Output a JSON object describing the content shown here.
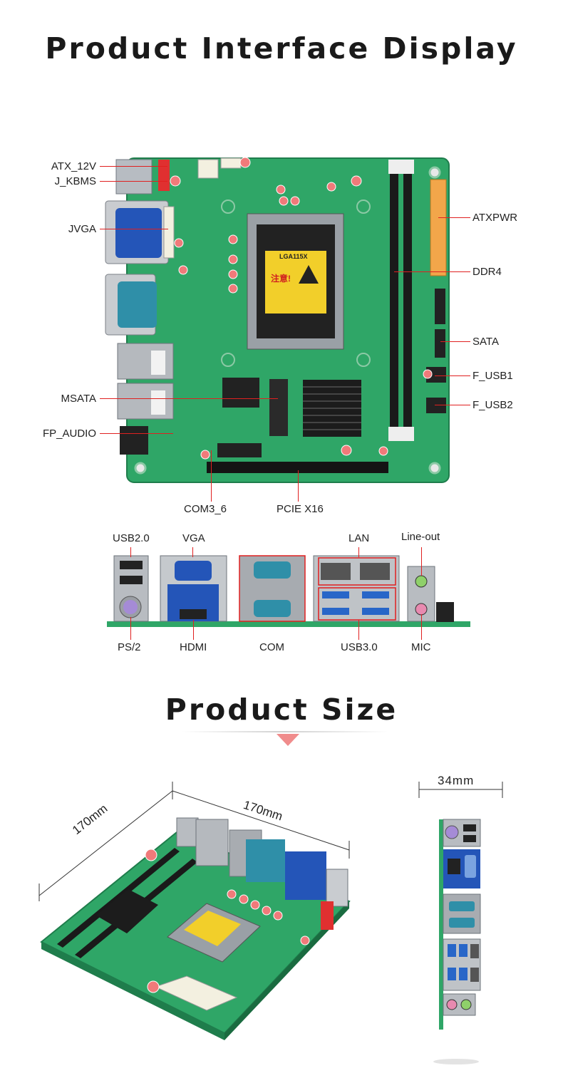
{
  "section1": {
    "title": "Product Interface Display",
    "board_labels": {
      "atx_12v": "ATX_12V",
      "j_kbms": "J_KBMS",
      "jvga": "JVGA",
      "msata": "MSATA",
      "fp_audio": "FP_AUDIO",
      "atxpwr": "ATXPWR",
      "ddr4": "DDR4",
      "sata": "SATA",
      "f_usb1": "F_USB1",
      "f_usb2": "F_USB2",
      "com3_6": "COM3_6",
      "pcie_x16": "PCIE X16"
    },
    "chip_marks": {
      "socket": "LGA115X",
      "warning": "注意!"
    },
    "io_labels": {
      "usb20": "USB2.0",
      "vga": "VGA",
      "lan": "LAN",
      "line_out": "Line-out",
      "ps2": "PS/2",
      "hdmi": "HDMI",
      "com": "COM",
      "usb30": "USB3.0",
      "mic": "MIC"
    }
  },
  "section2": {
    "title": "Product Size",
    "dim_width": "170mm",
    "dim_depth": "170mm",
    "dim_height": "34mm"
  },
  "colors": {
    "pcb": "#2fa667",
    "pcb_dark": "#1f7d4c",
    "callout": "#e02020",
    "accent": "#f08c8c",
    "vga_blue": "#2455b8",
    "com_teal": "#2f8fa8"
  }
}
